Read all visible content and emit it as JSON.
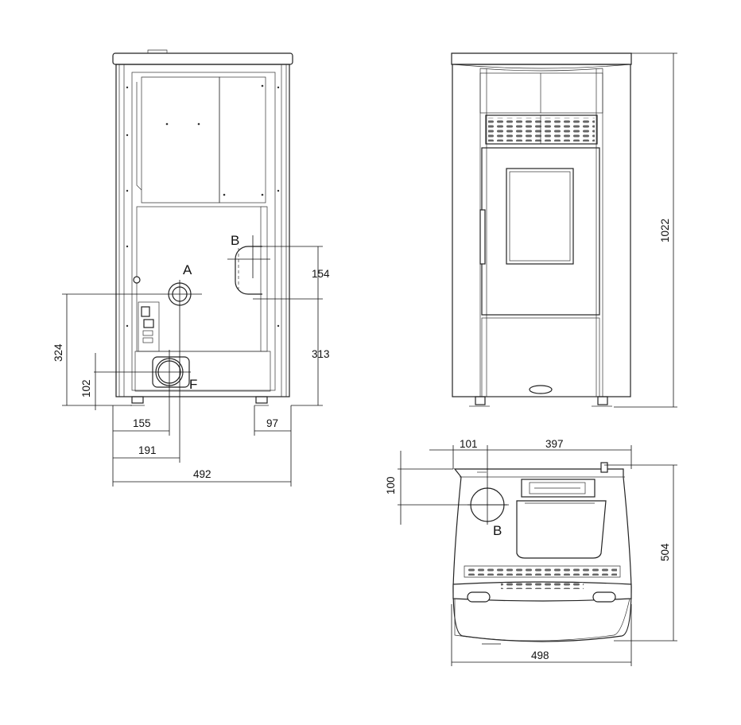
{
  "rear_view": {
    "labels": {
      "a": "A",
      "b": "B",
      "f": "F"
    },
    "dimensions": {
      "b_spacing": "154",
      "b_height": "313",
      "a_height": "324",
      "f_height": "102",
      "f_offset": "155",
      "a_offset": "191",
      "right_offset": "97",
      "width": "492"
    }
  },
  "front_view": {
    "dimensions": {
      "height": "1022"
    }
  },
  "top_view": {
    "labels": {
      "b": "B"
    },
    "dimensions": {
      "b_offset_left": "101",
      "b_offset_right": "397",
      "b_depth": "100",
      "depth": "504",
      "width": "498"
    }
  }
}
